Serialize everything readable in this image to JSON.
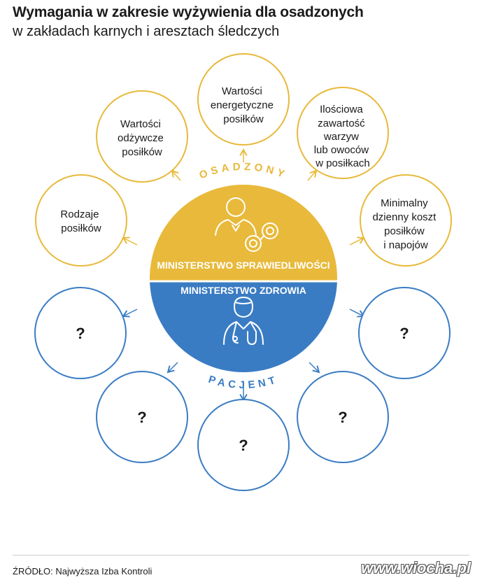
{
  "header": {
    "title": "Wymagania w zakresie wyżywienia dla osadzonych",
    "subtitle": "w zakładach karnych i aresztach śledczych"
  },
  "center": {
    "top_label": "MINISTERSTWO SPRAWIEDLIWOŚCI",
    "bottom_label": "MINISTERSTWO ZDROWIA",
    "arc_top": "OSADZONY",
    "arc_bottom": "PACJENT",
    "icon_top": "prisoner-with-handcuffs-icon",
    "icon_bottom": "doctor-with-stethoscope-icon"
  },
  "requirements": [
    {
      "lines": [
        "Rodzaje",
        "posiłków"
      ]
    },
    {
      "lines": [
        "Wartości",
        "odżywcze",
        "posiłków"
      ]
    },
    {
      "lines": [
        "Wartości",
        "energetyczne",
        "posiłków"
      ]
    },
    {
      "lines": [
        "Ilościowa",
        "zawartość",
        "warzyw",
        "lub owoców",
        "w posiłkach"
      ]
    },
    {
      "lines": [
        "Minimalny",
        "dzienny koszt",
        "posiłków",
        "i napojów"
      ]
    }
  ],
  "unknowns": [
    "?",
    "?",
    "?",
    "?",
    "?"
  ],
  "footer": {
    "source": "ŹRÓDŁO: Najwyższa Izba Kontroli",
    "watermark": "www.wiocha.pl"
  },
  "colors": {
    "yellow": "#e8b93a",
    "blue": "#3a7cc3",
    "text": "#1a1a1a"
  }
}
